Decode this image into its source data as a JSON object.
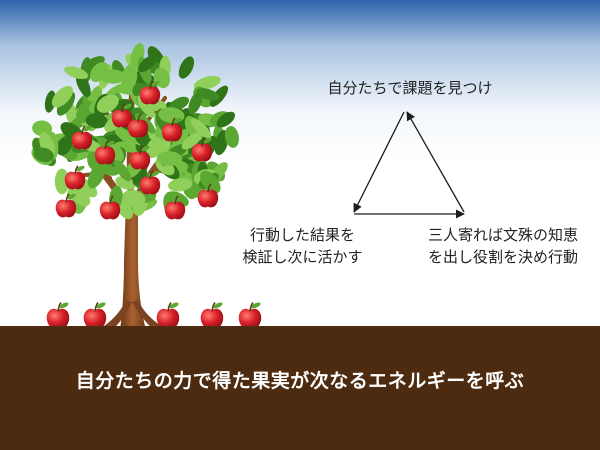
{
  "diagram": {
    "top_label": "自分たちで課題を見つけ",
    "left_label_line1": "行動した結果を",
    "left_label_line2": "検証し次に活かす",
    "right_label_line1": "三人寄れば文殊の知恵",
    "right_label_line2": "を出し役割を決め行動",
    "bottom_caption": "自分たちの力で得た果実が次なるエネルギーを呼ぶ"
  },
  "colors": {
    "sky_top": "#2d63a8",
    "ground": "#4d2b10",
    "apple": "#d8202a",
    "leaf": "#4e9a2a",
    "trunk": "#8a4e24",
    "arrow": "#1e1e1e"
  },
  "icons": [
    "apple-tree-icon",
    "apple-icon",
    "cycle-arrow-icon"
  ]
}
